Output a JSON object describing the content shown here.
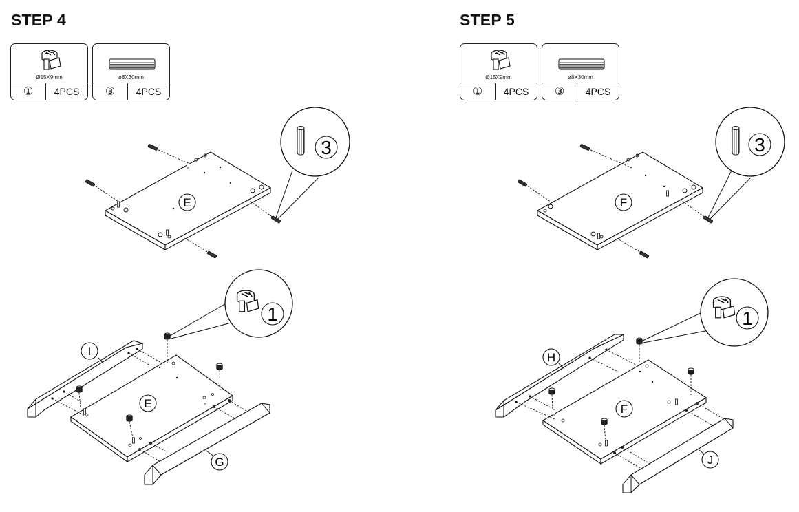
{
  "steps": [
    {
      "title": "STEP 4",
      "parts": [
        {
          "icon": "cam-lock-fitting-icon",
          "spec": "Ø15X9mm",
          "number": "①",
          "qty": "4PCS"
        },
        {
          "icon": "wooden-dowel-icon",
          "spec": "ø8X30mm",
          "number": "③",
          "qty": "4PCS"
        }
      ],
      "top_panel": "E",
      "top_callout": "3",
      "bottom_callout": "1",
      "bottom_panel": "E",
      "left_rail": "I",
      "right_rail": "G"
    },
    {
      "title": "STEP 5",
      "parts": [
        {
          "icon": "cam-lock-fitting-icon",
          "spec": "Ø15X9mm",
          "number": "①",
          "qty": "4PCS"
        },
        {
          "icon": "wooden-dowel-icon",
          "spec": "ø8X30mm",
          "number": "③",
          "qty": "4PCS"
        }
      ],
      "top_panel": "F",
      "top_callout": "3",
      "bottom_callout": "1",
      "bottom_panel": "F",
      "left_rail": "H",
      "right_rail": "J"
    }
  ]
}
